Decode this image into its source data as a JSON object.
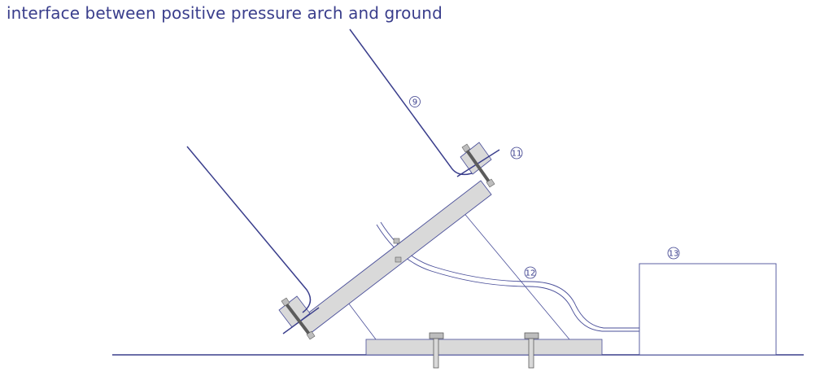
{
  "title": "interface between positive pressure arch and ground",
  "callouts": {
    "c9": "9",
    "c11": "11",
    "c12": "12",
    "c13": "13"
  },
  "colors": {
    "line": "#3a3e8c",
    "thin": "#4a4f99",
    "fill": "#d9d9d9",
    "steel": "#5c5c5c"
  }
}
